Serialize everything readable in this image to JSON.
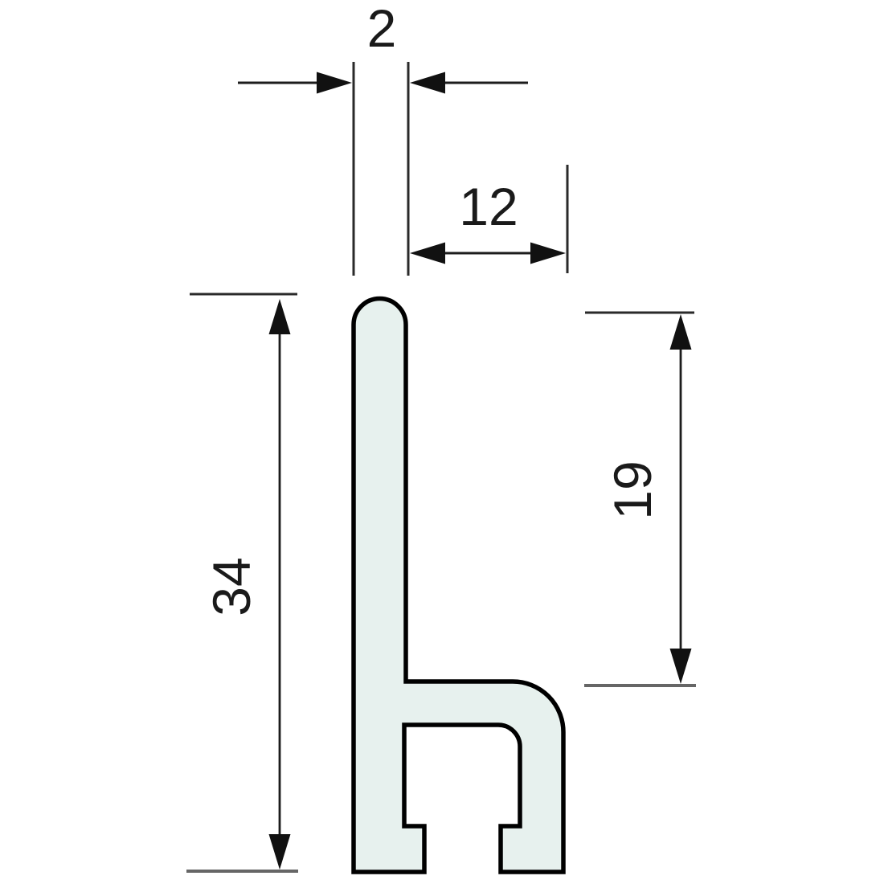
{
  "drawing": {
    "labels": {
      "wall_thickness": "2",
      "flange_width": "12",
      "total_height": "34",
      "right_height": "19"
    },
    "colors": {
      "background": "#ffffff",
      "profile_fill": "#e7f1ee",
      "profile_outline": "#000000",
      "dimension_ink": "#1a1a1a",
      "extension_gray": "#666666"
    }
  }
}
